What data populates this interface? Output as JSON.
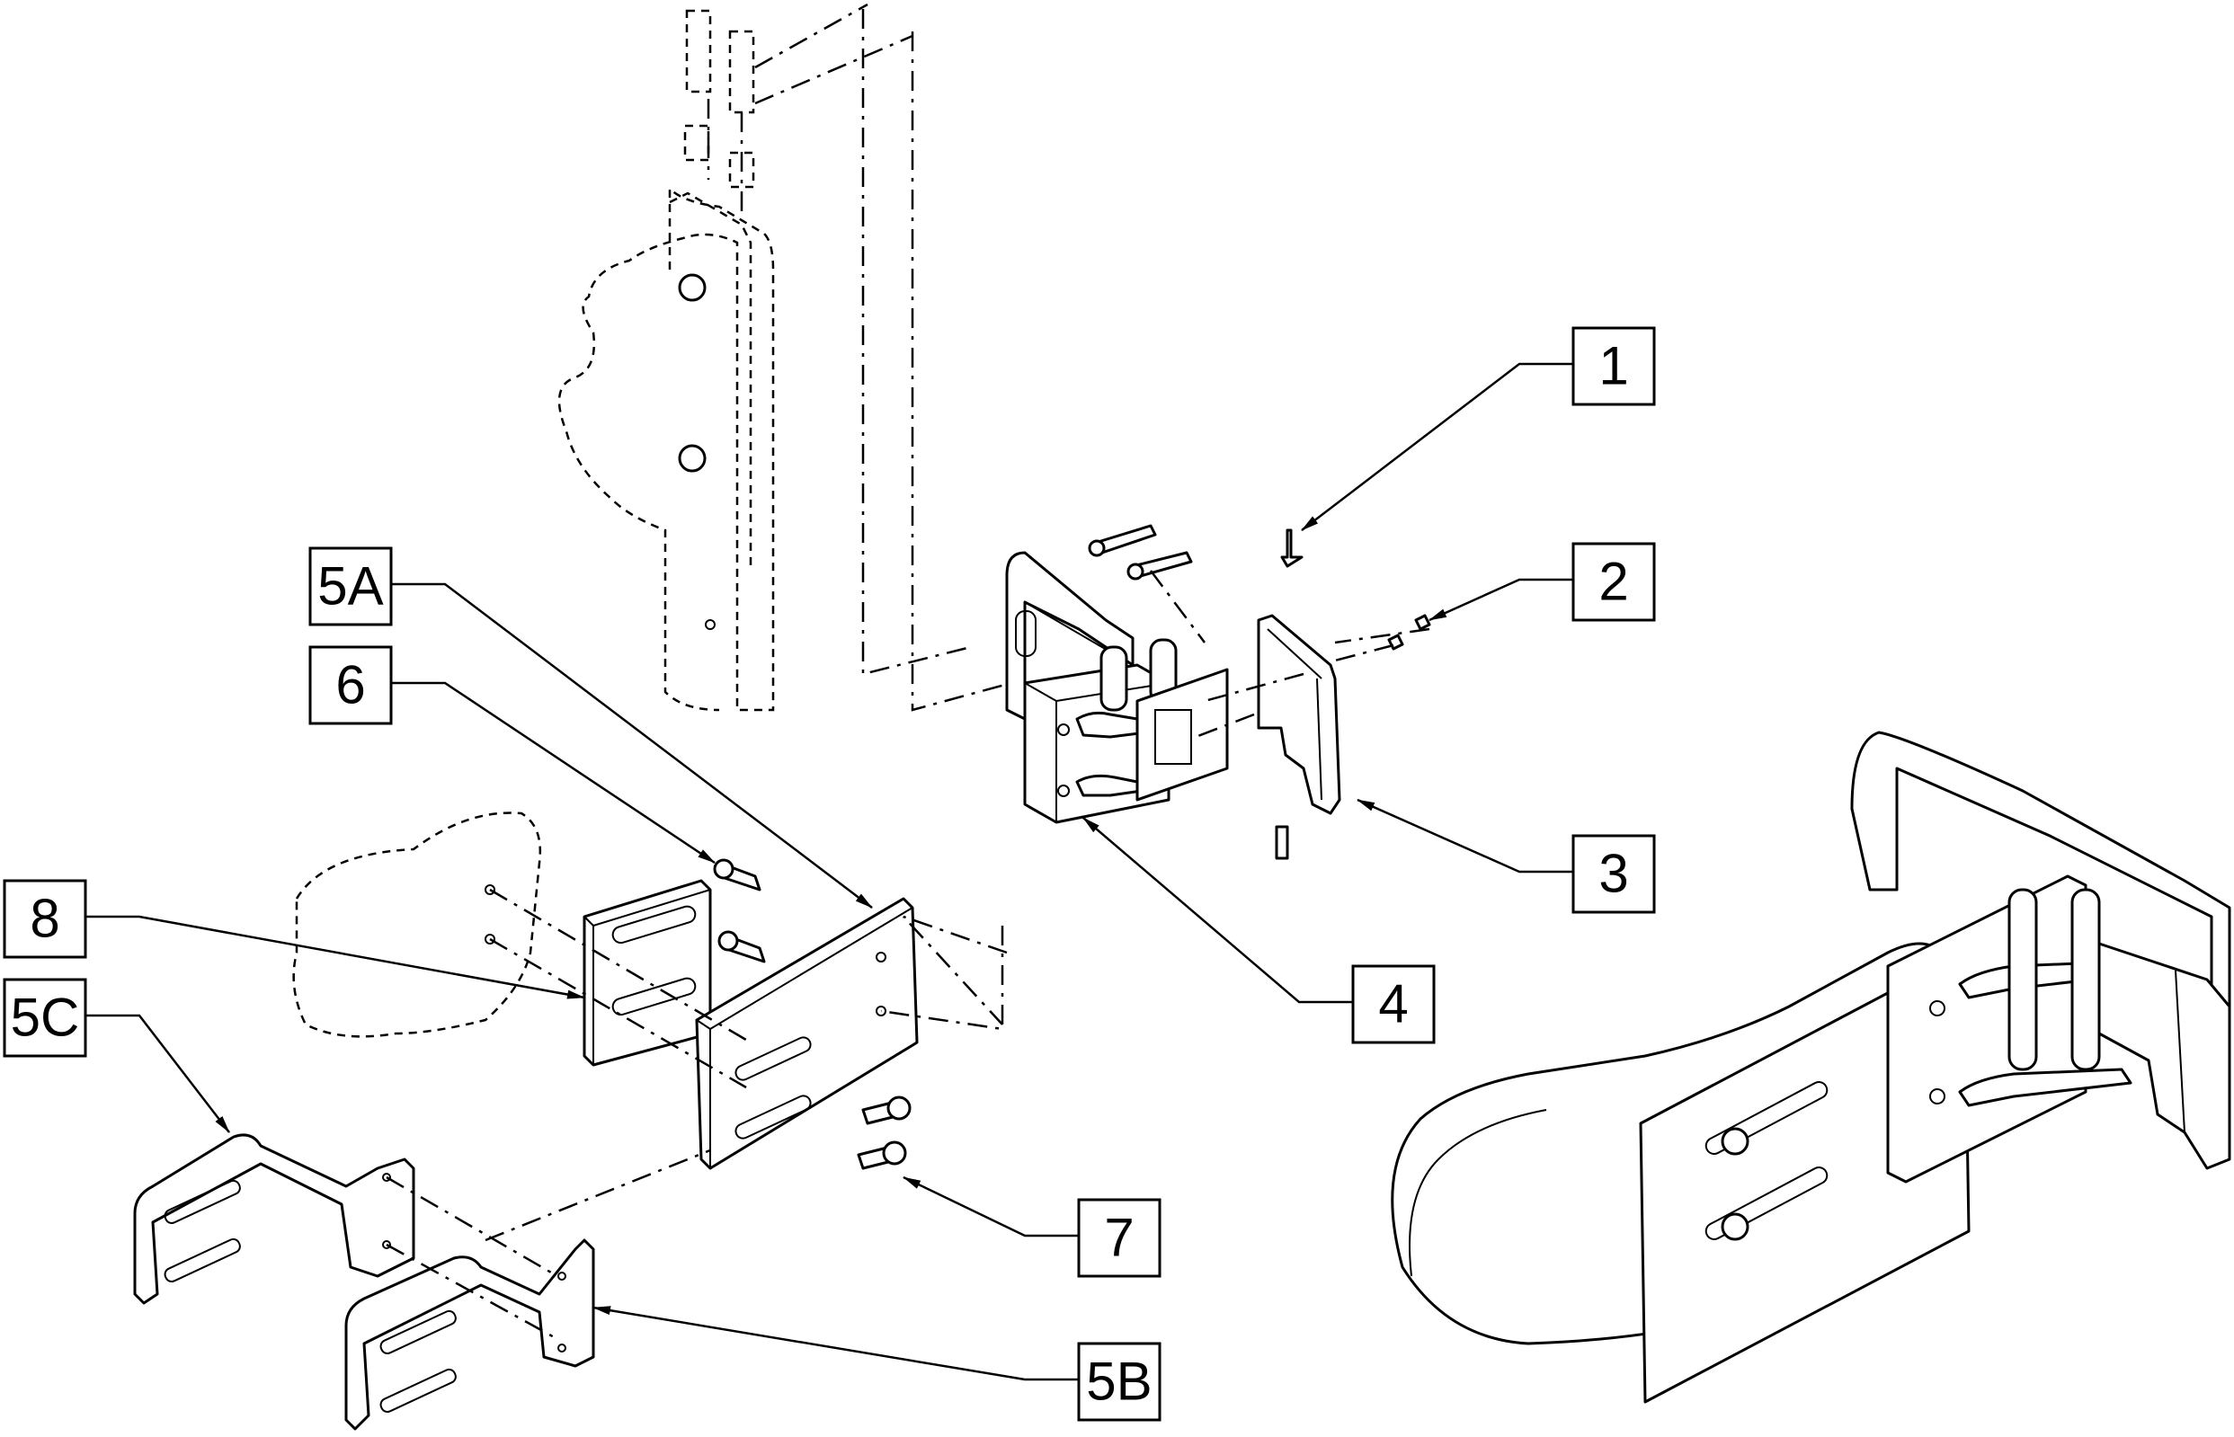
{
  "callouts": [
    {
      "id": "1",
      "text": "1"
    },
    {
      "id": "2",
      "text": "2"
    },
    {
      "id": "3",
      "text": "3"
    },
    {
      "id": "4",
      "text": "4"
    },
    {
      "id": "5A",
      "text": "5A"
    },
    {
      "id": "5B",
      "text": "5B"
    },
    {
      "id": "5C",
      "text": "5C"
    },
    {
      "id": "6",
      "text": "6"
    },
    {
      "id": "7",
      "text": "7"
    },
    {
      "id": "8",
      "text": "8"
    }
  ]
}
